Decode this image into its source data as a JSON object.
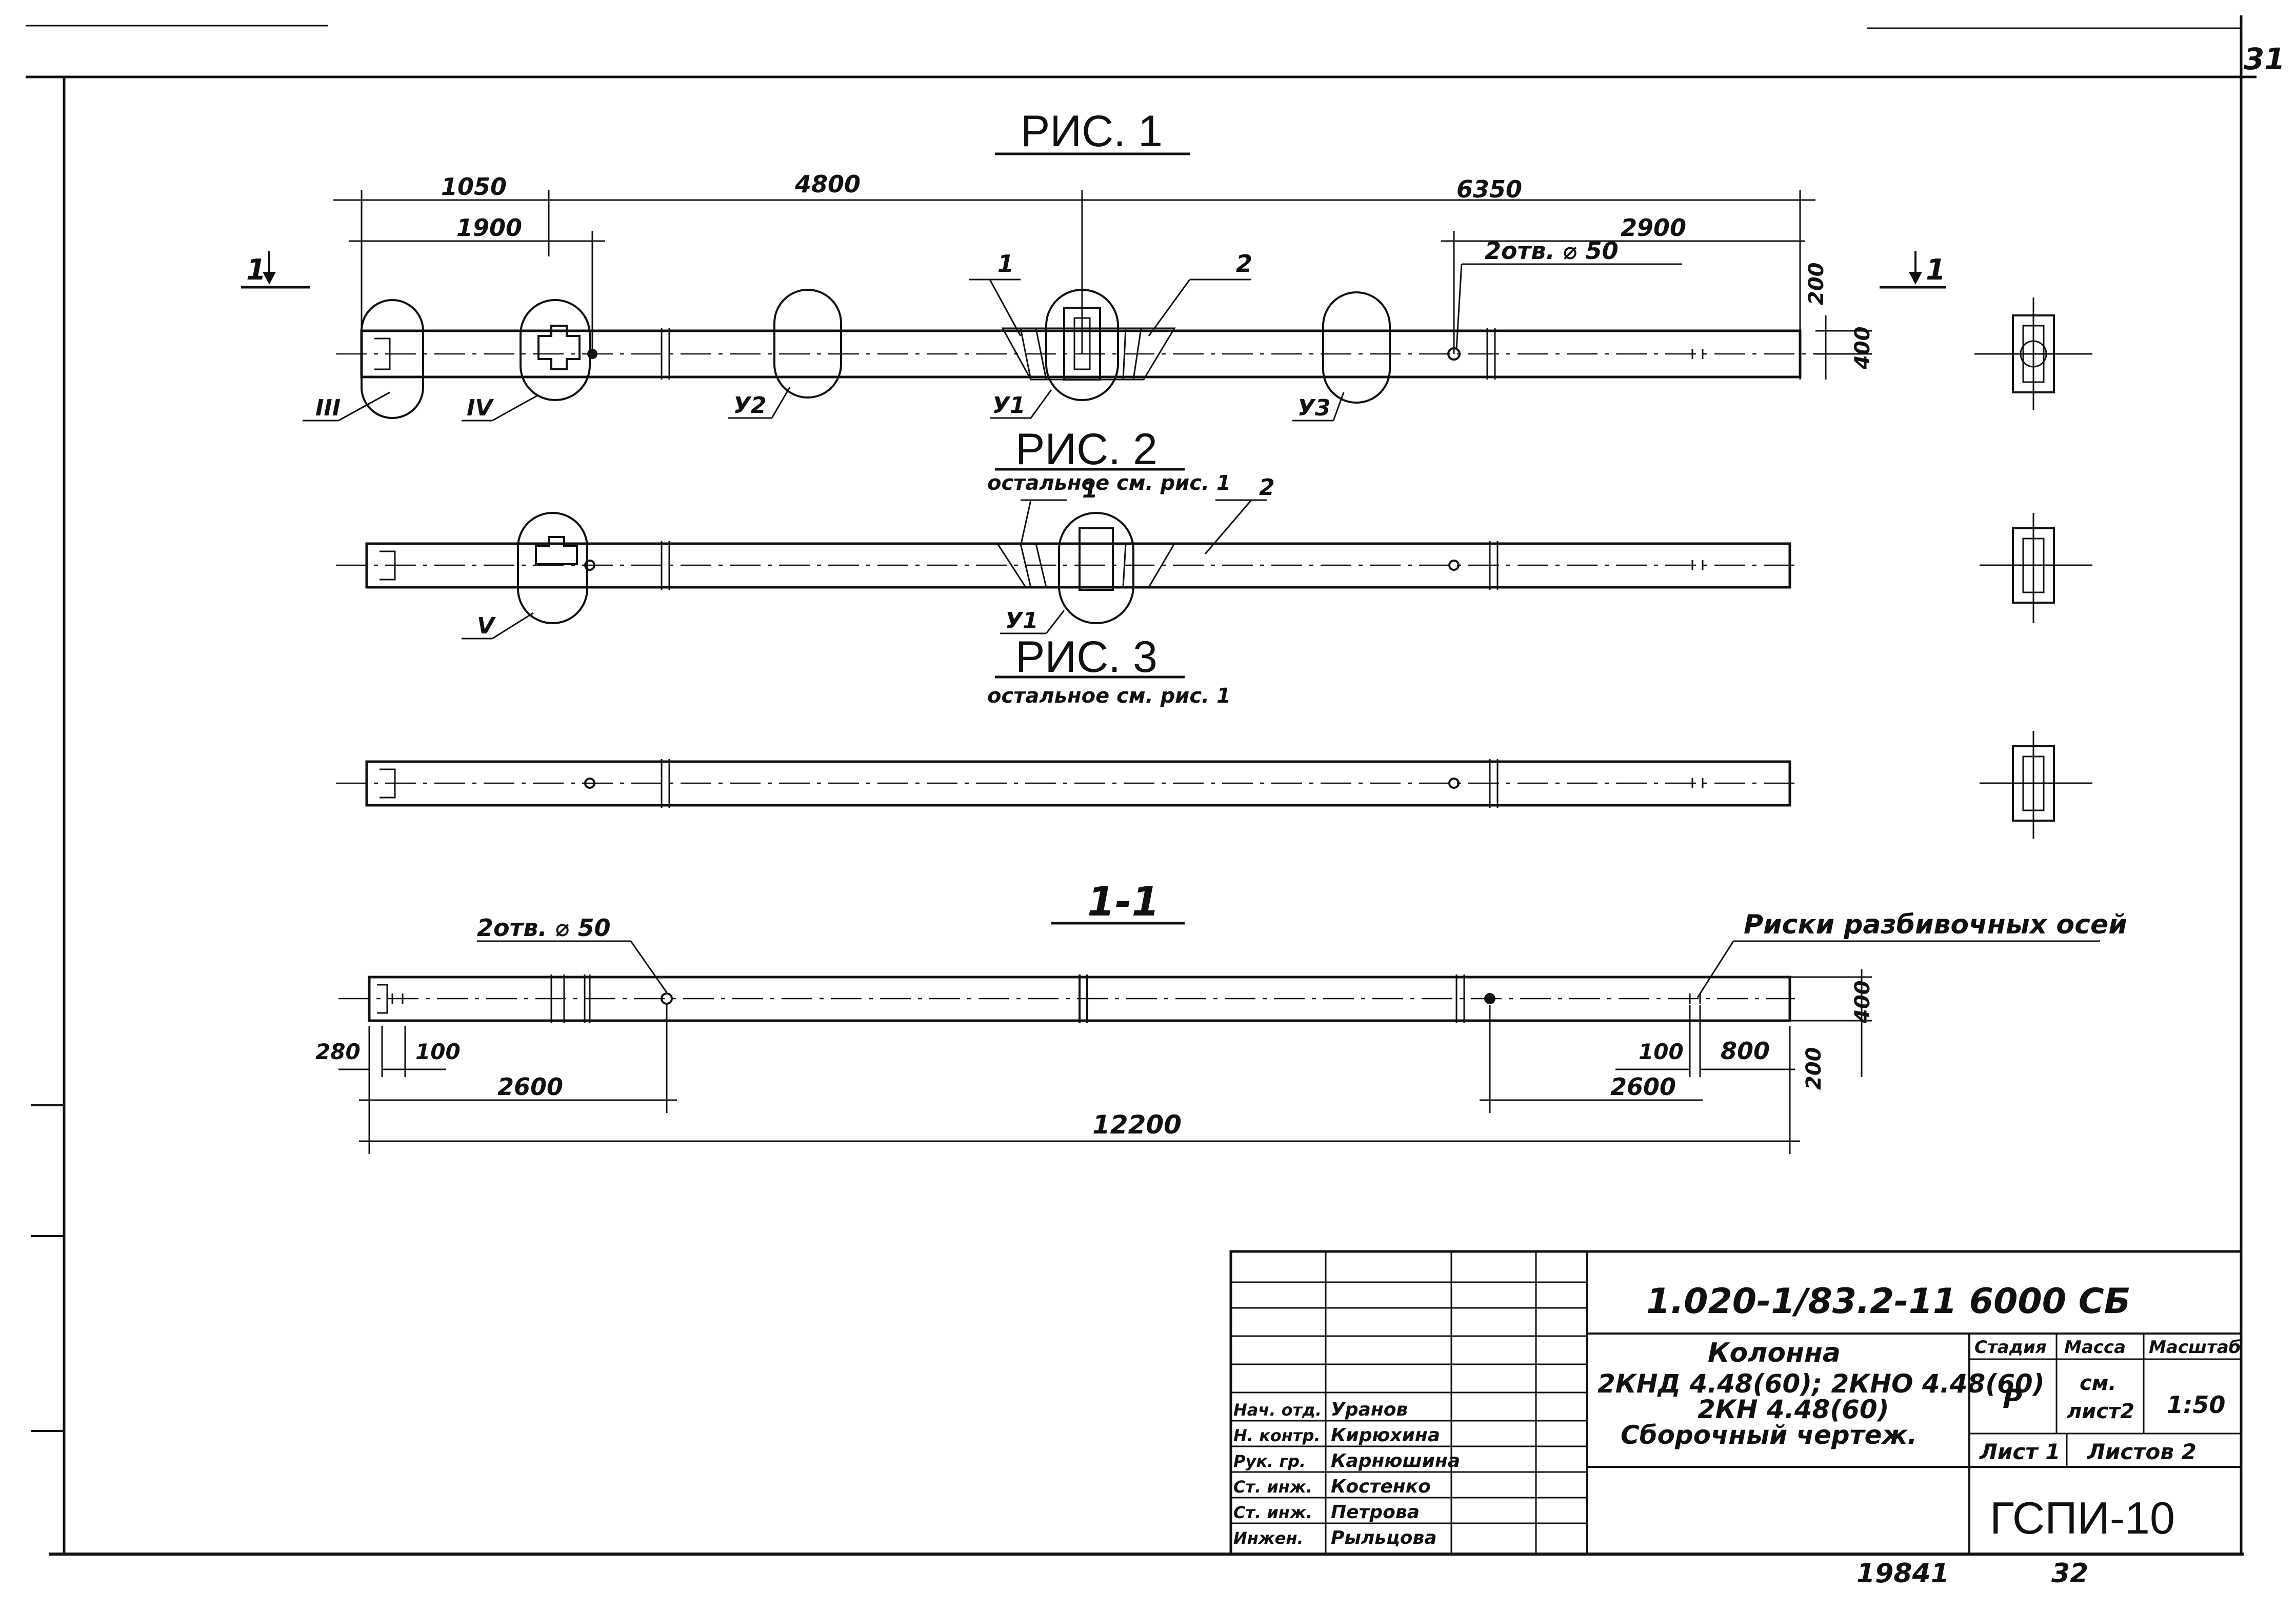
{
  "sheet_corner_number": "31",
  "fig1": {
    "title": "РИС. 1",
    "dims": {
      "d1050": "1050",
      "d4800": "4800",
      "d6350": "6350",
      "d1900": "1900",
      "d2900": "2900",
      "d200": "200",
      "d400": "400"
    },
    "holes_label": "2отв. ⌀ 50",
    "section_mark": "1",
    "callouts": {
      "c1": "1",
      "c2": "2"
    },
    "nodes": {
      "n3": "III",
      "n4": "IV",
      "y2": "У2",
      "y1": "У1",
      "y3": "У3"
    }
  },
  "fig2": {
    "title": "РИС. 2",
    "note": "остальное см. рис. 1",
    "callouts": {
      "c1": "1",
      "c2": "2"
    },
    "nodes": {
      "n5": "V",
      "y1": "У1"
    }
  },
  "fig3": {
    "title": "РИС. 3",
    "note": "остальное см. рис. 1"
  },
  "section11": {
    "title": "1-1",
    "holes_label": "2отв. ⌀ 50",
    "marks_label": "Риски разбивочных осей",
    "dims": {
      "d280": "280",
      "d100a": "100",
      "d2600a": "2600",
      "d12200": "12200",
      "d100b": "100",
      "d800": "800",
      "d2600b": "2600",
      "d200": "200",
      "d400": "400"
    }
  },
  "title_block": {
    "code": "1.020-1/83.2-11 6000 СБ",
    "product_name": "Колонна",
    "product_marks_1": "2КНД 4.48(60); 2КНО 4.48(60)",
    "product_marks_2": "2КН 4.48(60)",
    "doc_type": "Сборочный чертеж.",
    "stage_header": "Стадия",
    "mass_header": "Масса",
    "scale_header": "Масштаб",
    "stage": "Р",
    "mass_1": "см.",
    "mass_2": "лист2",
    "scale": "1:50",
    "sheet": "Лист 1",
    "sheets": "Листов 2",
    "org": "ГСПИ-10",
    "signatures": [
      {
        "role": "Нач. отд.",
        "name": "Уранов"
      },
      {
        "role": "Н. контр.",
        "name": "Кирюхина"
      },
      {
        "role": "Рук. гр.",
        "name": "Карнюшина"
      },
      {
        "role": "Ст. инж.",
        "name": "Костенко"
      },
      {
        "role": "Ст. инж.",
        "name": "Петрова"
      },
      {
        "role": "Инжен.",
        "name": "Рыльцова"
      }
    ]
  },
  "bottom_numbers": {
    "left": "19841",
    "right": "32"
  }
}
